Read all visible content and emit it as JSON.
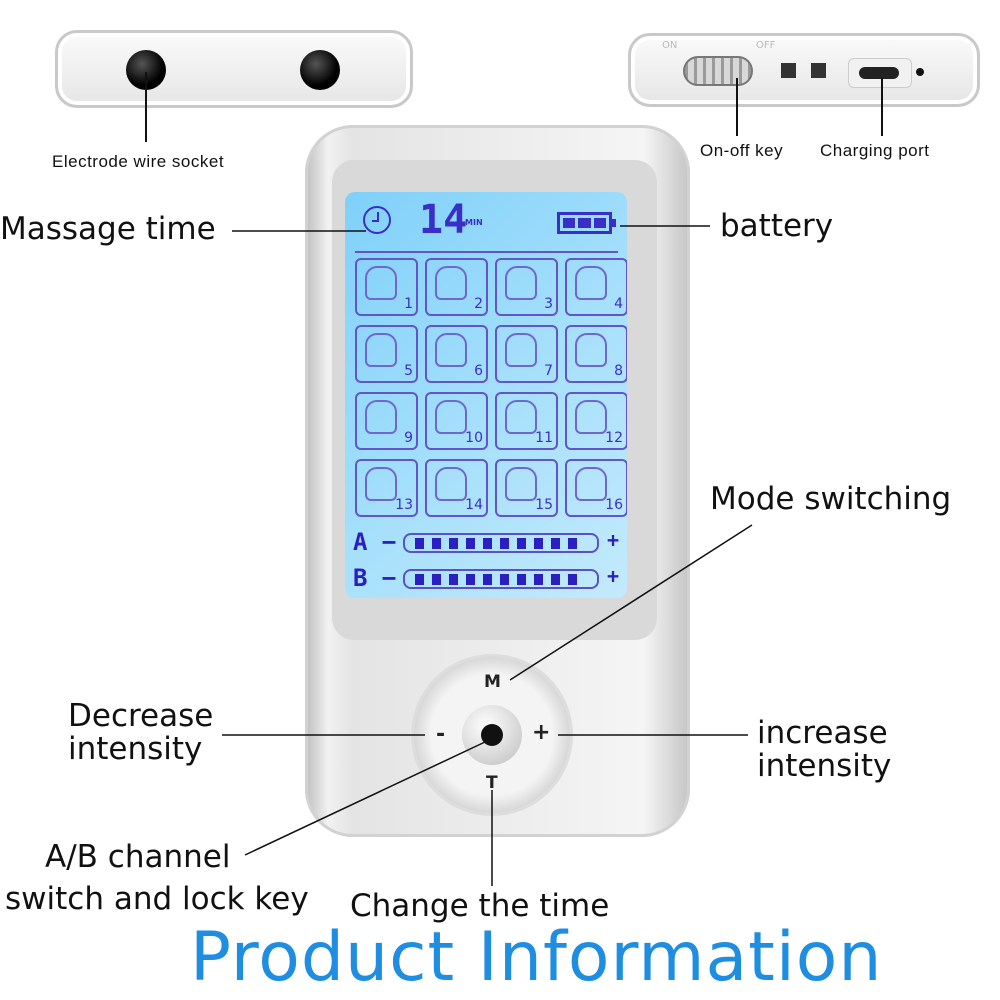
{
  "callouts": {
    "electrode_socket": "Electrode wire socket",
    "on_off_key": "On-off key",
    "charging_port": "Charging port",
    "massage_time": "Massage time",
    "battery": "battery",
    "mode_switching": "Mode switching",
    "decrease_intensity_1": "Decrease",
    "decrease_intensity_2": "intensity",
    "increase_intensity_1": "increase",
    "increase_intensity_2": "intensity",
    "ab_channel_1": "A/B channel",
    "ab_channel_2": "switch and lock key",
    "change_time": "Change the time"
  },
  "title": "Product Information",
  "title_color": "#1f8ee0",
  "device": {
    "switch_on": "ON",
    "switch_off": "OFF",
    "display": {
      "timer_value": "14",
      "timer_unit": "MIN",
      "battery_level": 1.0,
      "modes": [
        "1",
        "2",
        "3",
        "4",
        "5",
        "6",
        "7",
        "8",
        "9",
        "10",
        "11",
        "12",
        "13",
        "14",
        "15",
        "16"
      ],
      "channel_a": "A",
      "channel_b": "B",
      "minus": "−",
      "plus": "+",
      "channel_a_level": 10,
      "channel_b_level": 10
    },
    "buttons": {
      "mode": "M",
      "minus": "-",
      "plus": "+",
      "time": "T"
    }
  },
  "colors": {
    "screen": "#9adcfb",
    "lcd_ink": "#3a2ec8"
  }
}
